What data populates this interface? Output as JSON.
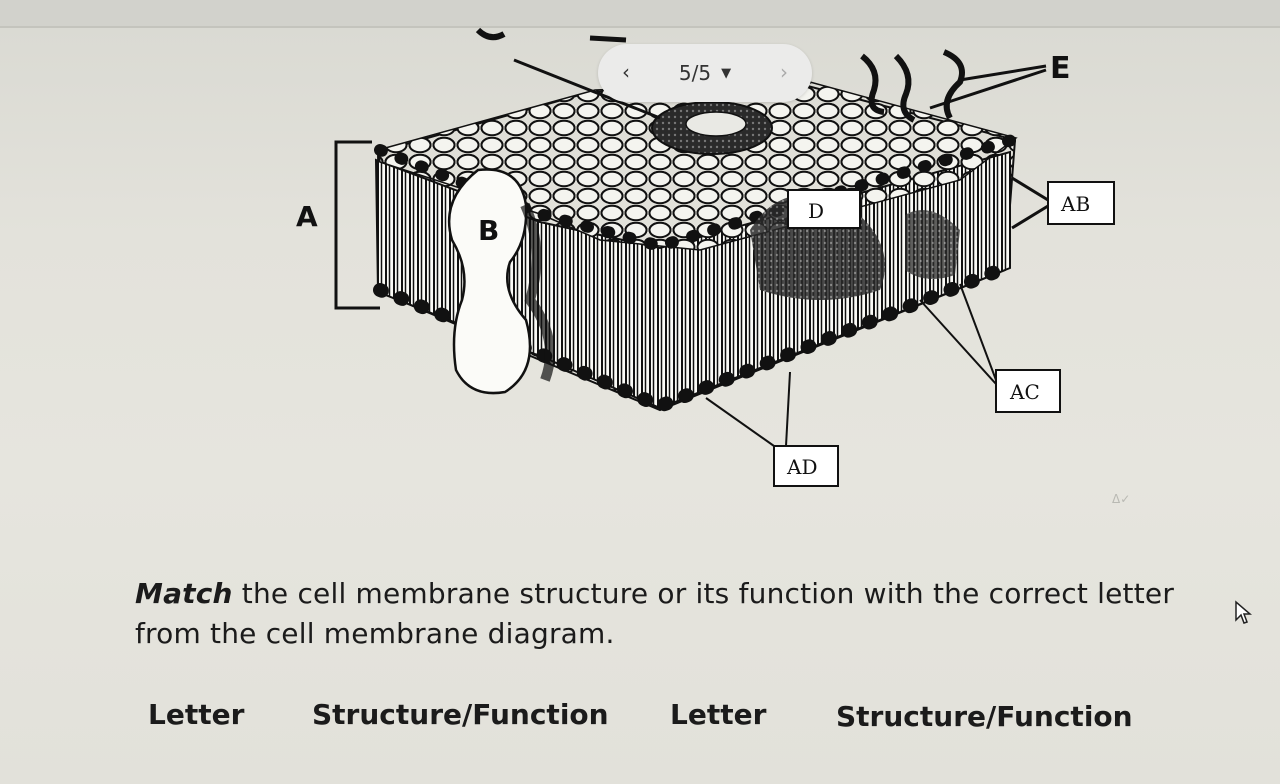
{
  "viewer": {
    "page_counter": "5/5",
    "prev_glyph": "‹",
    "next_glyph": "›",
    "dropdown_glyph": "▼"
  },
  "diagram": {
    "labels": {
      "A": "A",
      "B": "B",
      "D": "D",
      "E": "E",
      "AB": "AB",
      "AC": "AC",
      "AD": "AD"
    }
  },
  "question": {
    "emphasis": "Match",
    "text": " the cell membrane structure or its function with the correct letter from the cell membrane diagram."
  },
  "table_headers": {
    "col1": "Letter",
    "col2": "Structure/Function",
    "col3": "Letter",
    "col4": "Structure/Function"
  },
  "faint_mark": "Δ✓",
  "icons": [
    "chevron-left-icon",
    "chevron-right-icon",
    "caret-down-icon",
    "mouse-pointer-icon"
  ]
}
